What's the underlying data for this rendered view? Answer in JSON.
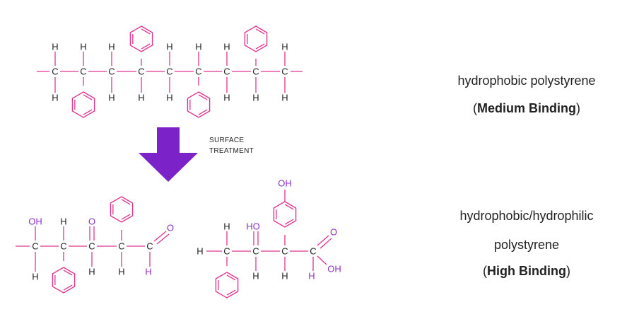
{
  "colors": {
    "bond": "#e0358f",
    "heteroatom": "#8c2fc4",
    "arrow": "#7b22c8",
    "text": "#222222"
  },
  "atoms": {
    "h": "H",
    "c": "C",
    "o": "O",
    "oh": "OH",
    "ho": "HO"
  },
  "step": {
    "line1": "SURFACE",
    "line2": "TREATMENT"
  },
  "top_label": {
    "line1": "hydrophobic polystyrene",
    "open": "(",
    "bold": "Medium Binding",
    "close": ")"
  },
  "bottom_label": {
    "line1": "hydrophobic/hydrophilic",
    "line2": "polystyrene",
    "open": "(",
    "bold": "High Binding",
    "close": ")"
  }
}
